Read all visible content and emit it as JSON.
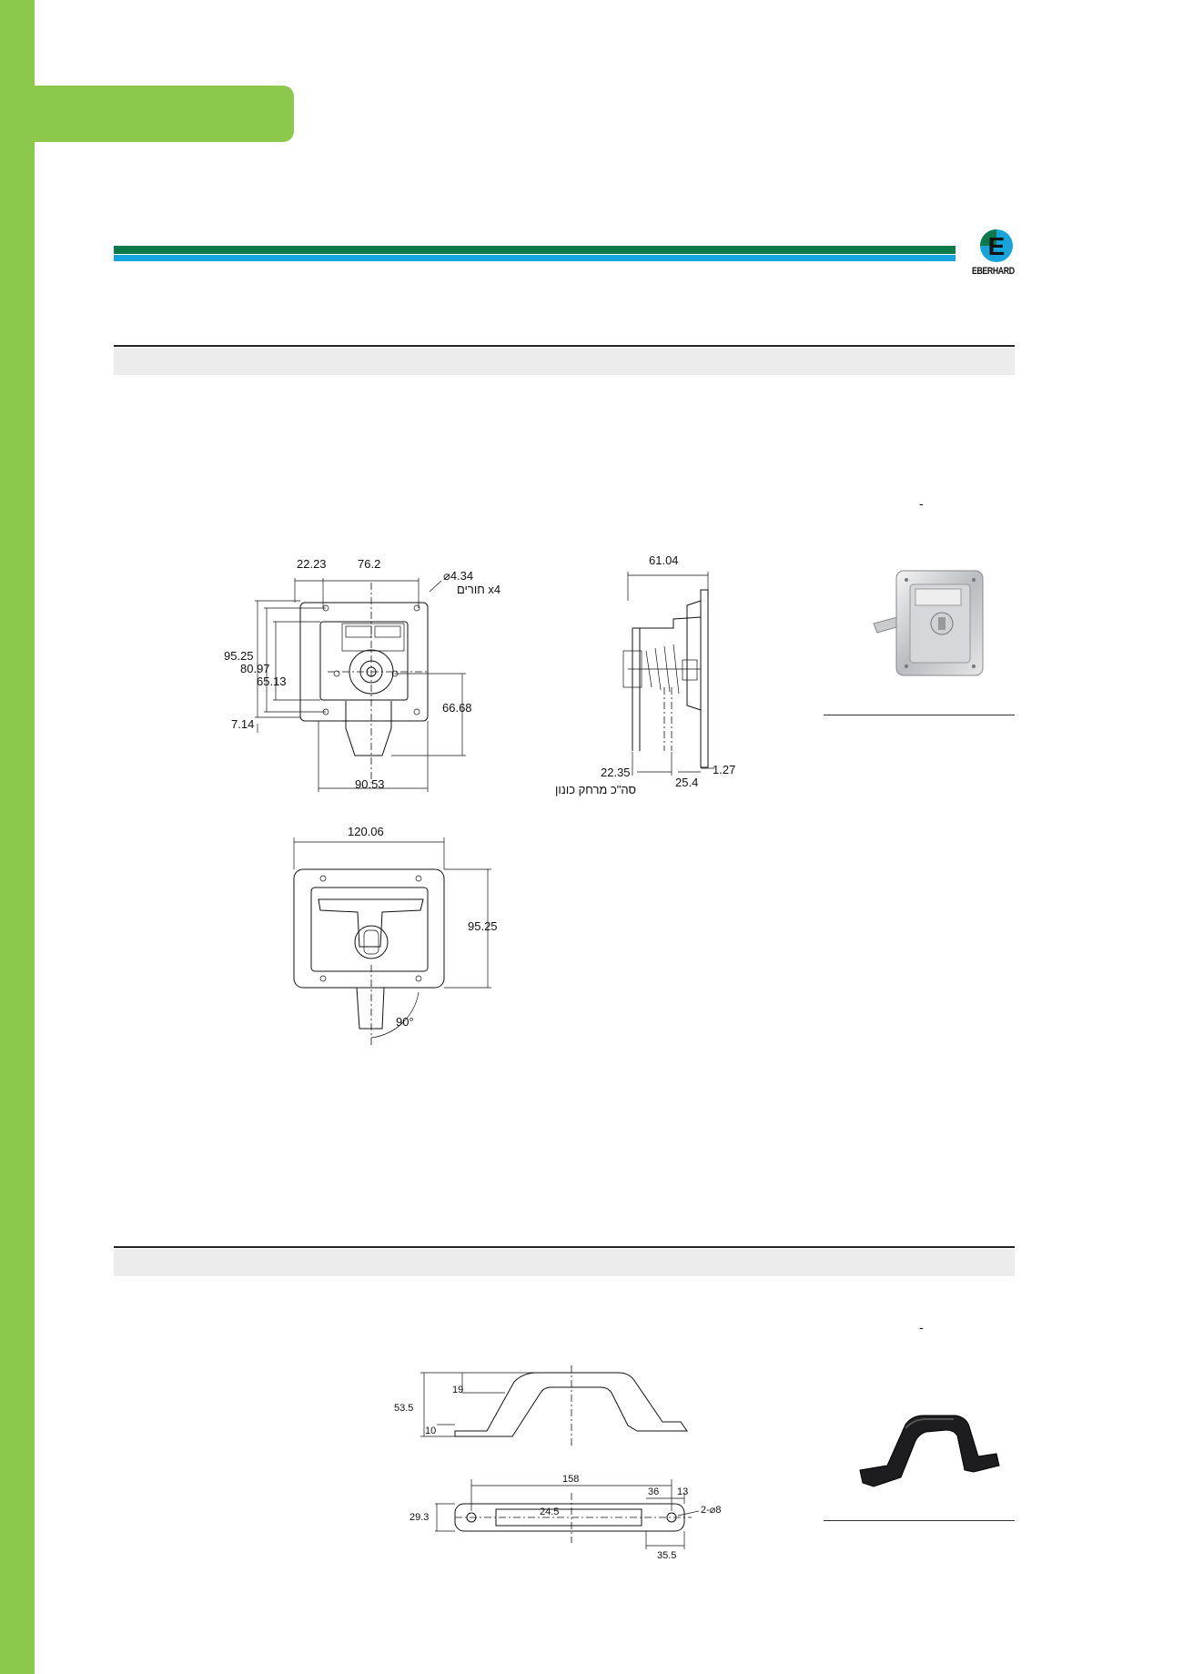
{
  "header": {
    "logo_letter": "E",
    "logo_brand": "EBERHARD"
  },
  "section1": {
    "dash_mark": "-",
    "drawing_front": {
      "dim_22_23": "22.23",
      "dim_76_2": "76.2",
      "hole_dia": "⌀4.34",
      "holes_label": "חורים  x4",
      "dim_95_25": "95.25",
      "dim_80_97": "80.97",
      "dim_65_13": "65.13",
      "dim_66_68": "66.68",
      "dim_7_14": "7.14",
      "dim_90_53": "90.53"
    },
    "drawing_side": {
      "dim_61_04": "61.04",
      "dim_22_35": "22.35",
      "dim_25_4": "25.4",
      "dim_1_27": "1.27",
      "cam_label": "סה\"כ מרחק כונון"
    },
    "drawing_rear": {
      "dim_120_06": "120.06",
      "dim_95_25": "95.25",
      "angle": "90°"
    }
  },
  "section2": {
    "dash_mark": "-",
    "drawing_handle_side": {
      "dim_53_5": "53.5",
      "dim_19": "19",
      "dim_10": "10"
    },
    "drawing_handle_top": {
      "dim_158": "158",
      "dim_36": "36",
      "dim_13": "13",
      "dim_2_8": "2-⌀8",
      "dim_29_3": "29.3",
      "dim_24_5": "24.5",
      "dim_35_5": "35.5"
    }
  },
  "colors": {
    "side_green": "#8cc84b",
    "stripe_green": "#0d7a4a",
    "stripe_blue": "#15a5dc",
    "band_grey": "#ececec"
  }
}
